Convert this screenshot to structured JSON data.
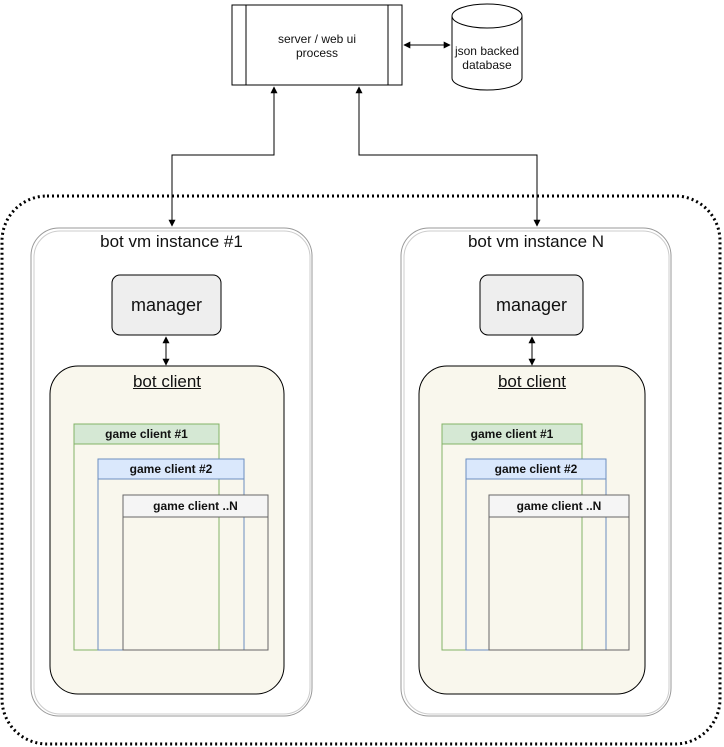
{
  "server": {
    "label_line1": "server / web ui",
    "label_line2": "process"
  },
  "database": {
    "label_line1": "json backed",
    "label_line2": "database"
  },
  "vms": [
    {
      "title": "bot vm instance #1",
      "manager": "manager",
      "bot_client": "bot client",
      "game_clients": [
        "game client #1",
        "game client #2",
        "game client ..N"
      ]
    },
    {
      "title": "bot vm instance N",
      "manager": "manager",
      "bot_client": "bot client",
      "game_clients": [
        "game client #1",
        "game client #2",
        "game client ..N"
      ]
    }
  ],
  "colors": {
    "game_client_1": "#d5e8d4",
    "game_client_1_border": "#82b366",
    "game_client_2": "#dae8fc",
    "game_client_2_border": "#6c8ebf",
    "game_client_n": "#f5f5f5",
    "game_client_n_border": "#666666",
    "bot_client_fill": "#f9f7ed",
    "manager_fill": "#eeeeee"
  }
}
